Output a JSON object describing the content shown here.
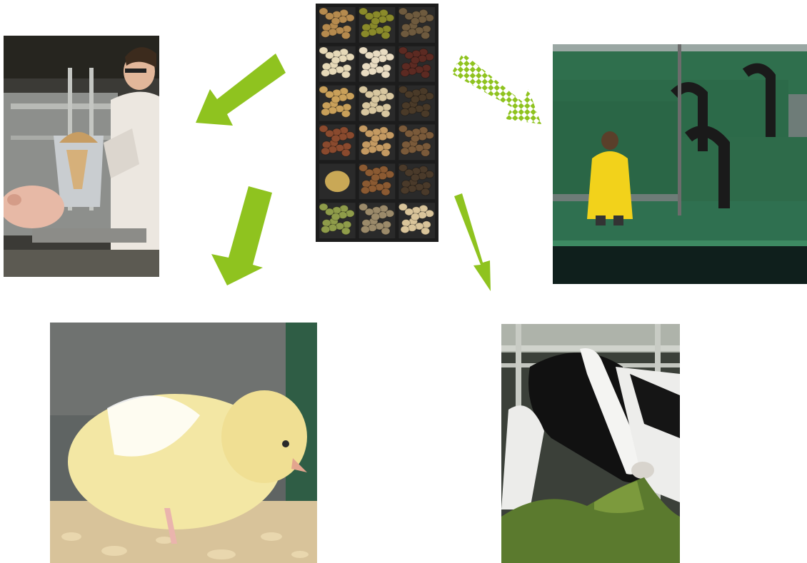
{
  "scene": {
    "center": {
      "name": "feed-ingredients-tray",
      "cells": 18
    },
    "outputs": [
      {
        "name": "pig-feeding-photo"
      },
      {
        "name": "fish-farm-tanks-photo"
      },
      {
        "name": "chick-photo"
      },
      {
        "name": "cow-eating-grass-photo"
      }
    ]
  },
  "colors": {
    "arrow_green": "#8fc31f",
    "arrow_checker_light": "#ffffff",
    "tank_green": "#2e6b4a",
    "rain_jacket": "#f2d21b"
  }
}
